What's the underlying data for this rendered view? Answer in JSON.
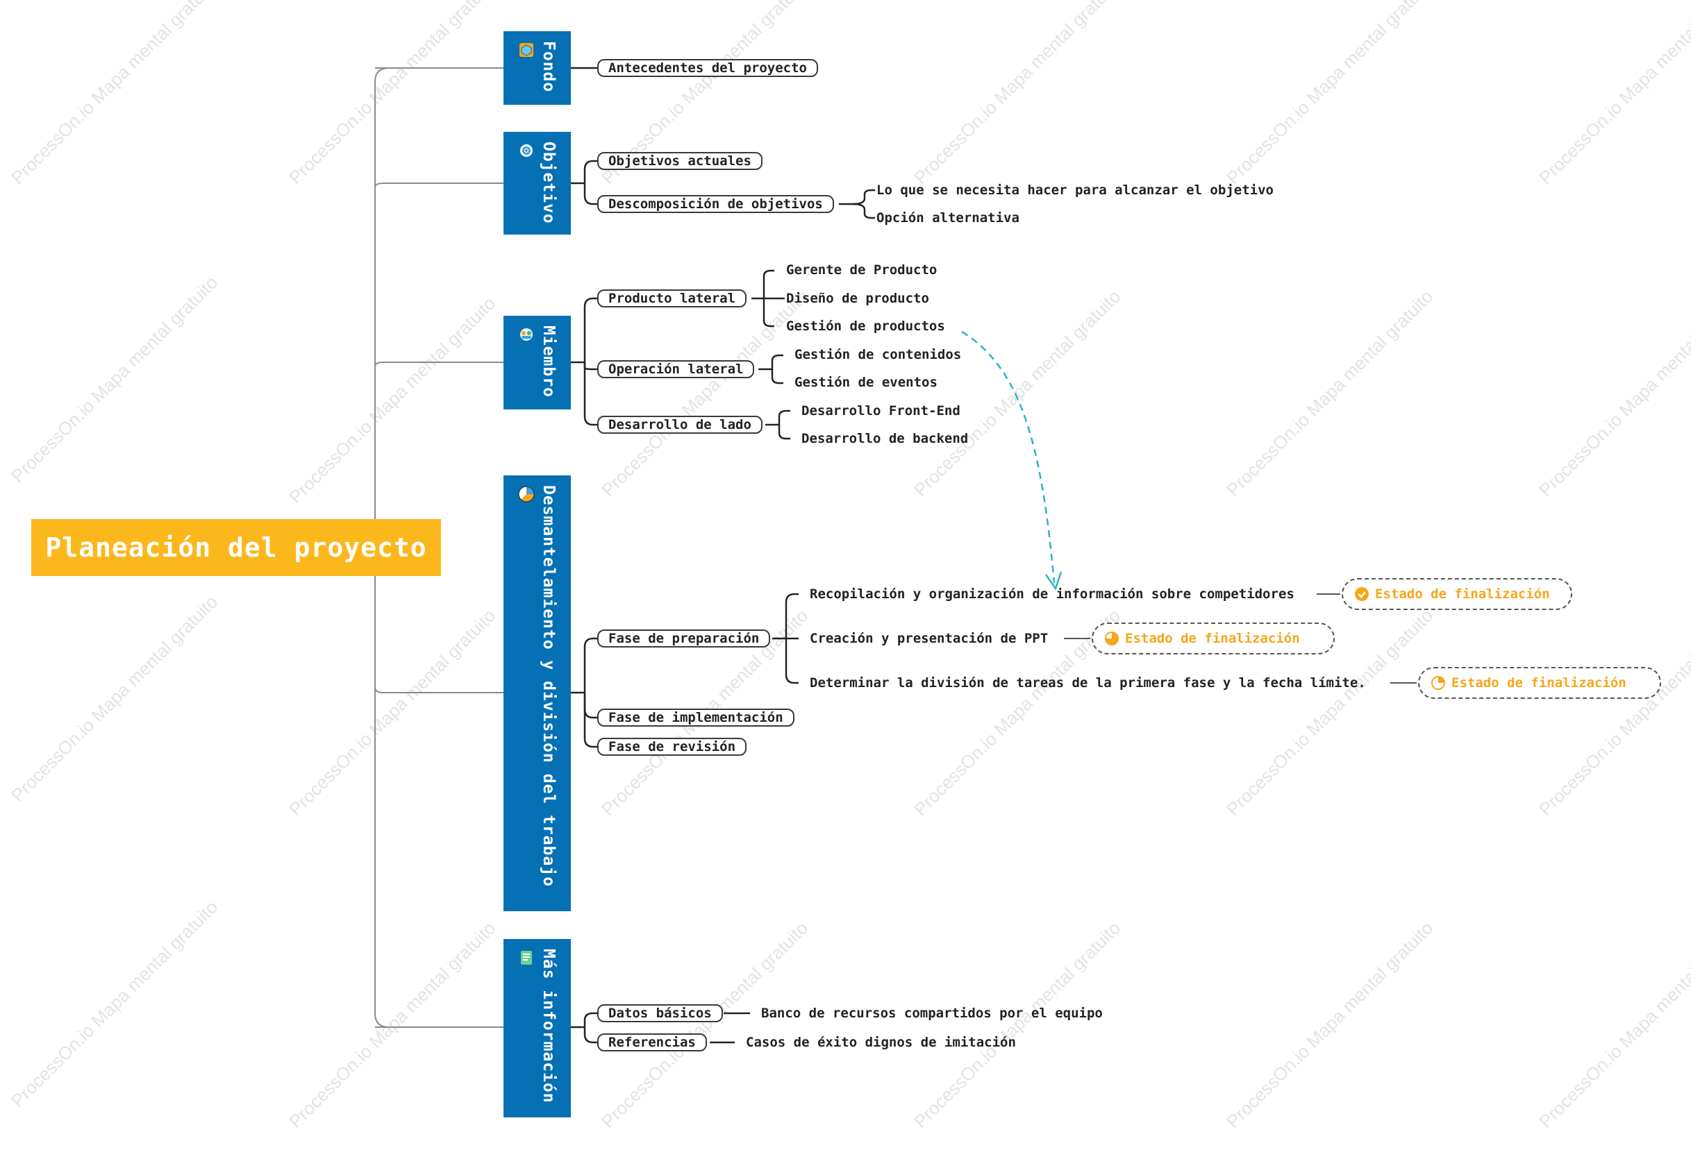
{
  "watermark": "ProcessOn.io Mapa mental gratuito",
  "root": {
    "title": "Planeación del proyecto",
    "color": "#FBB81D"
  },
  "branch_color": "#0670B4",
  "branches": [
    {
      "title": "Fondo",
      "icon": "box-icon",
      "items": [
        {
          "label": "Antecedentes del proyecto",
          "children": []
        }
      ]
    },
    {
      "title": "Objetivo",
      "icon": "target-icon",
      "items": [
        {
          "label": "Objetivos actuales",
          "children": []
        },
        {
          "label": "Descomposición de objetivos",
          "children": [
            "Lo que se necesita hacer para alcanzar el objetivo",
            "Opción alternativa"
          ]
        }
      ]
    },
    {
      "title": "Miembro",
      "icon": "team-icon",
      "items": [
        {
          "label": "Producto lateral",
          "children": [
            "Gerente de Producto",
            "Diseño de producto",
            "Gestión de productos"
          ]
        },
        {
          "label": "Operación lateral",
          "children": [
            "Gestión de contenidos",
            "Gestión de eventos"
          ]
        },
        {
          "label": "Desarrollo de lado",
          "children": [
            "Desarrollo Front-End",
            "Desarrollo de backend"
          ]
        }
      ]
    },
    {
      "title": "Desmantelamiento y división del trabajo",
      "icon": "pie-chart-icon",
      "items": [
        {
          "label": "Fase de preparación",
          "children": [
            "Recopilación y organización de información sobre competidores",
            "Creación y presentación de PPT",
            "Determinar la división de tareas de la primera fase y la fecha límite."
          ]
        },
        {
          "label": "Fase de implementación",
          "children": []
        },
        {
          "label": "Fase de revisión",
          "children": []
        }
      ]
    },
    {
      "title": "Más información",
      "icon": "notes-icon",
      "items": [
        {
          "label": "Datos básicos",
          "children": [
            "Banco de recursos compartidos por el equipo"
          ]
        },
        {
          "label": "Referencias",
          "children": [
            "Casos de éxito dignos de imitación"
          ]
        }
      ]
    }
  ],
  "status_tags": [
    {
      "label": "Estado de finalización",
      "progress": 1.0,
      "icon": "check-circle-icon"
    },
    {
      "label": "Estado de finalización",
      "progress": 0.75,
      "icon": "pie-progress-icon"
    },
    {
      "label": "Estado de finalización",
      "progress": 0.25,
      "icon": "pie-progress-icon"
    }
  ],
  "status_color": "#F6A61B",
  "connector_color": "#2BB5BE"
}
